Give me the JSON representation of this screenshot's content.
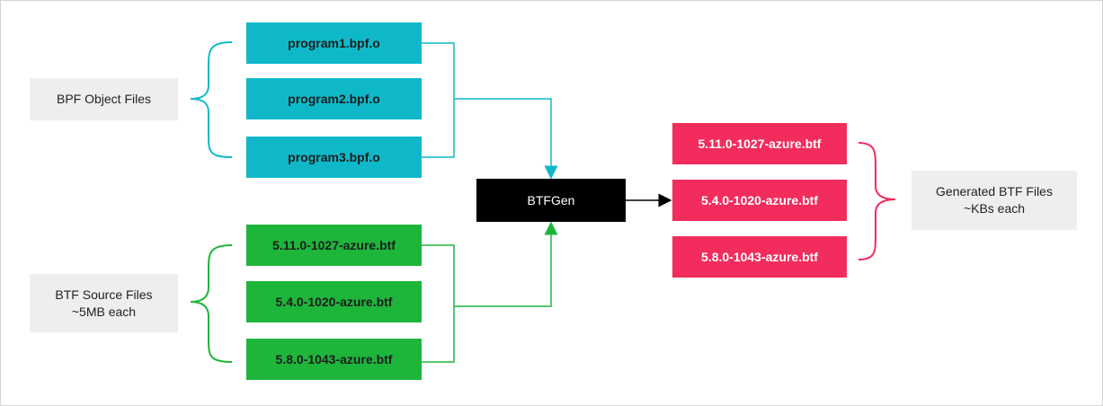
{
  "colors": {
    "cyan": "#0fb8c9",
    "green": "#1eb53b",
    "red": "#f22c5c",
    "grey": "#eeeeee",
    "black": "#000000"
  },
  "bpf_group": {
    "label": "BPF Object Files",
    "files": [
      "program1.bpf.o",
      "program2.bpf.o",
      "program3.bpf.o"
    ]
  },
  "btf_source_group": {
    "label_line1": "BTF Source Files",
    "label_line2": "~5MB each",
    "files": [
      "5.11.0-1027-azure.btf",
      "5.4.0-1020-azure.btf",
      "5.8.0-1043-azure.btf"
    ]
  },
  "tool": {
    "label": "BTFGen"
  },
  "generated_group": {
    "label_line1": "Generated BTF Files",
    "label_line2": "~KBs each",
    "files": [
      "5.11.0-1027-azure.btf",
      "5.4.0-1020-azure.btf",
      "5.8.0-1043-azure.btf"
    ]
  }
}
